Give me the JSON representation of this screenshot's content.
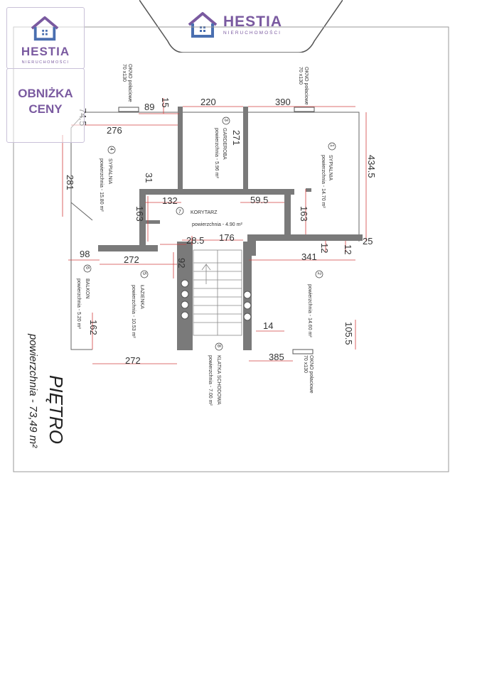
{
  "brand": {
    "name": "HESTIA",
    "subtitle": "NIERUCHOMOŚCI"
  },
  "badge": {
    "line1": "OBNIŻKA",
    "line2": "CENY"
  },
  "floor": {
    "title": "PIĘTRO",
    "area": "powierzchnia - 73,49 m²"
  },
  "rooms": [
    {
      "no": "1",
      "name": "SYPIALNIA",
      "area": "powierzchnia - 14.70 m²"
    },
    {
      "no": "2",
      "name": "",
      "area": "powierzchnia - 14.60 m²"
    },
    {
      "no": "3",
      "name": "GARDEROBA",
      "area": "powierzchnia - 5.96 m²"
    },
    {
      "no": "4",
      "name": "SYPIALNIA",
      "area": "powierzchnia - 15.80 m²"
    },
    {
      "no": "5",
      "name": "ŁAZIENKA",
      "area": "powierzchnia - 10.53 m²"
    },
    {
      "no": "6",
      "name": "BALKON",
      "area": "powierzchnia - 5.20 m²"
    },
    {
      "no": "7",
      "name": "KORYTARZ",
      "area": "powierzchnia - 4.90 m²"
    },
    {
      "no": "8",
      "name": "KLATKA SCHODOWA",
      "area": "powierzchnia - 7.00 m²"
    }
  ],
  "windows": [
    {
      "line1": "OKNO połaciowe",
      "line2": "70 x130"
    },
    {
      "line1": "OKNO połaciowe",
      "line2": "70 x130"
    },
    {
      "line1": "OKNO połaciowe",
      "line2": "70 x130"
    }
  ],
  "dimensions": [
    "15",
    "89",
    "220",
    "390",
    "276",
    "74.5",
    "271",
    "434.5",
    "281",
    "31",
    "132",
    "59.5",
    "163",
    "163",
    "176",
    "28.5",
    "98",
    "272",
    "92",
    "341",
    "12",
    "12",
    "25",
    "14",
    "105.5",
    "162",
    "272",
    "385"
  ]
}
